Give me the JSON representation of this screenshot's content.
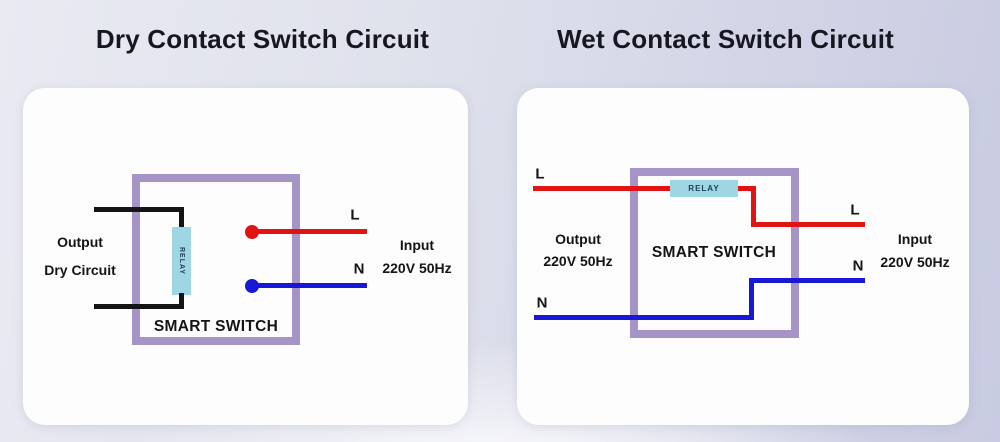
{
  "panels": {
    "dry": {
      "title": "Dry Contact Switch Circuit",
      "smart_switch_label": "SMART SWITCH",
      "relay_label": "RELAY",
      "output_line1": "Output",
      "output_line2": "Dry Circuit",
      "input_line1": "Input",
      "input_line2": "220V 50Hz",
      "live_label": "L",
      "neutral_label": "N"
    },
    "wet": {
      "title": "Wet Contact Switch Circuit",
      "smart_switch_label": "SMART SWITCH",
      "relay_label": "RELAY",
      "output_line1": "Output",
      "output_line2": "220V 50Hz",
      "input_line1": "Input",
      "input_line2": "220V 50Hz",
      "live_label_input": "L",
      "live_label_output": "L",
      "neutral_label_input": "N",
      "neutral_label_output": "N"
    }
  },
  "colors": {
    "live_wire": "#e11414",
    "neutral_wire": "#1818d6",
    "dry_contact_wire": "#141414",
    "switch_box_border": "#a794c7",
    "relay_fill": "#9ed7e3",
    "relay_text": "#1c3f54",
    "title_text": "#171722",
    "label_text": "#141414",
    "card_background": "#fdfdfe"
  }
}
